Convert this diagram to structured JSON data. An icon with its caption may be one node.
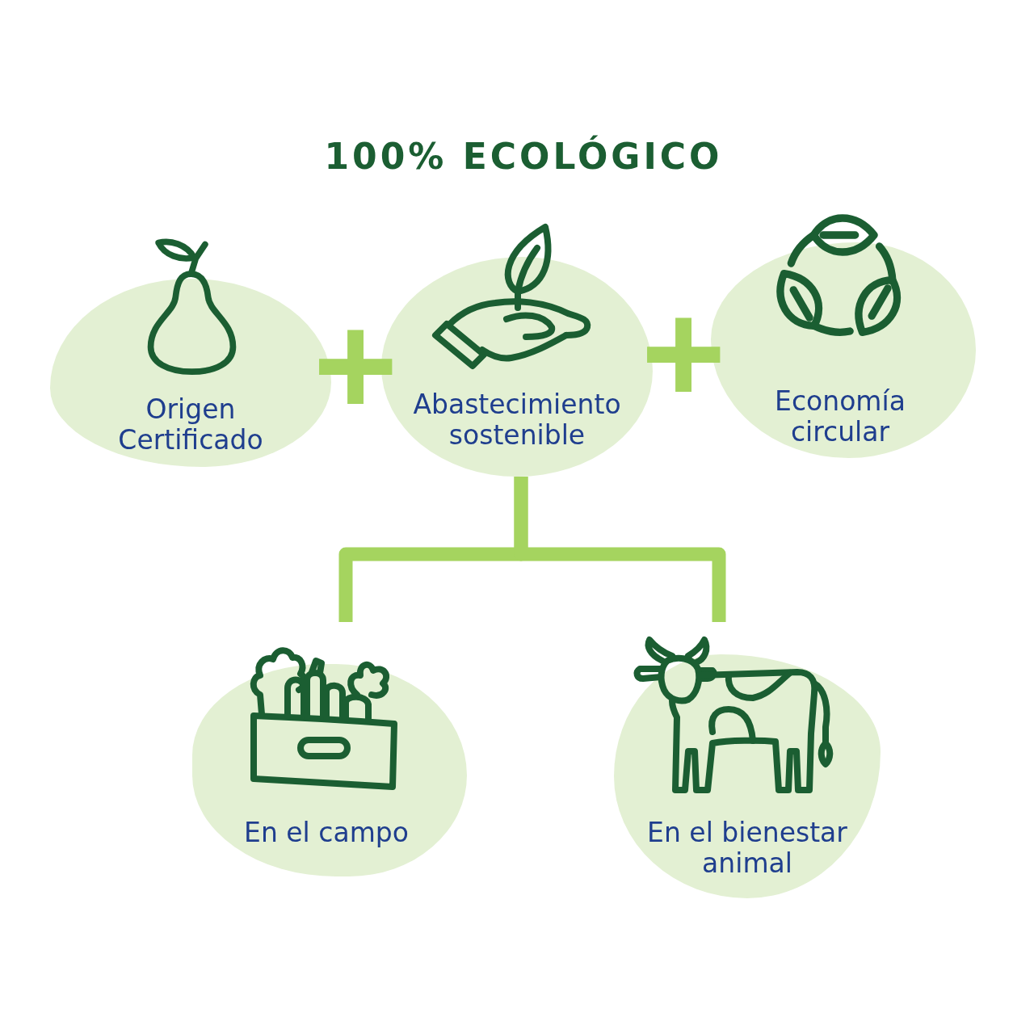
{
  "diagram": {
    "title": "100% ECOLÓGICO",
    "nodes": [
      {
        "text": [
          "Origen Certificado"
        ]
      },
      {
        "text": [
          "Abastecimiento sostenible"
        ]
      },
      {
        "text": [
          "Economía circular"
        ]
      },
      {
        "text": [
          "En el campo"
        ]
      },
      {
        "text": [
          "En el bienestar animal"
        ]
      }
    ],
    "edges": [
      {
        "from": 1,
        "to": 3,
        "arrow": "none"
      },
      {
        "from": 1,
        "to": 4,
        "arrow": "none"
      }
    ],
    "labels": [
      "+",
      "+"
    ]
  }
}
